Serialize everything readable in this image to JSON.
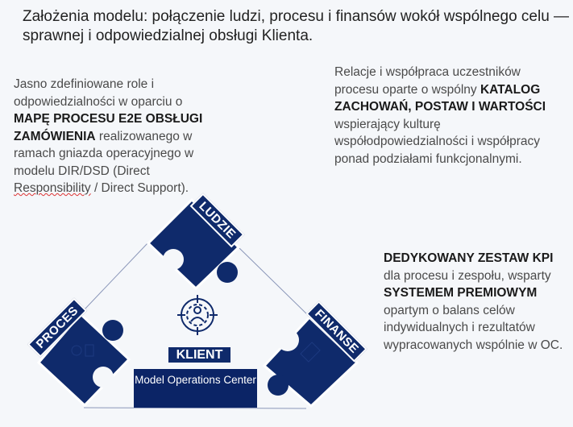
{
  "title": "Założenia modelu: połączenie ludzi, procesu i finansów wokół wspólnego celu — sprawnej i odpowiedzialnej obsługi Klienta.",
  "left_text": {
    "p1": "Jasno zdefiniowane role i odpowiedzialności w oparciu o ",
    "b1": "MAPĘ PROCESU E2E OBSŁUGI ZAMÓWIENIA",
    "p2": " realizowanego w ramach gniazda operacyjnego w modelu DIR/DSD (Direct ",
    "sq": "Responsibility",
    "p3": " / Direct Support)."
  },
  "right_text": {
    "p1": "Relacje i współpraca uczestników procesu oparte o wspólny ",
    "b1": "KATALOG ZACHOWAŃ, POSTAW I WARTOŚCI",
    "p2": " wspierający kulturę współodpowiedzialności i współpracy ponad podziałami funkcjonalnymi."
  },
  "bottom_right_text": {
    "b1": "DEDYKOWANY ZESTAW KPI",
    "p1": " dla procesu i zespołu, wsparty ",
    "b2": "SYSTEMEM PREMIOWYM",
    "p2": " opartym o balans celów indywidualnych i rezultatów wypracowanych wspólnie w OC."
  },
  "pieces": {
    "ludzie": "LUDZIE",
    "proces": "PROCES",
    "finanse": "FINANSE"
  },
  "center": {
    "klient": "KLIENT",
    "moc": "Model Operations Center",
    "icon": "target-person-icon"
  },
  "colors": {
    "navy": "#0f2a6b",
    "background": "#f5f7fa"
  }
}
